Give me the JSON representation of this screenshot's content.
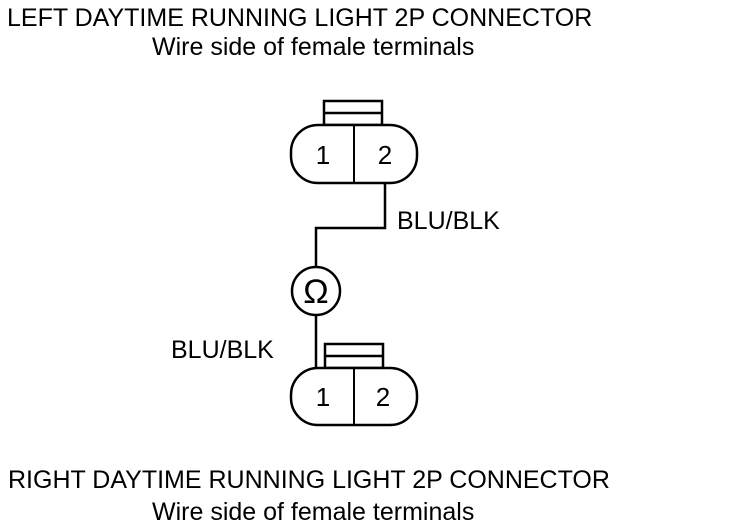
{
  "top_connector": {
    "title": "LEFT DAYTIME RUNNING LIGHT 2P CONNECTOR",
    "subtitle": "Wire side of female terminals",
    "terminals": [
      "1",
      "2"
    ],
    "wire_color": "BLU/BLK"
  },
  "bottom_connector": {
    "title": "RIGHT DAYTIME RUNNING LIGHT 2P CONNECTOR",
    "subtitle": "Wire side of female terminals",
    "terminals": [
      "1",
      "2"
    ],
    "wire_color": "BLU/BLK"
  },
  "meter": {
    "symbol": "Ω",
    "icon": "ohmmeter-icon"
  }
}
